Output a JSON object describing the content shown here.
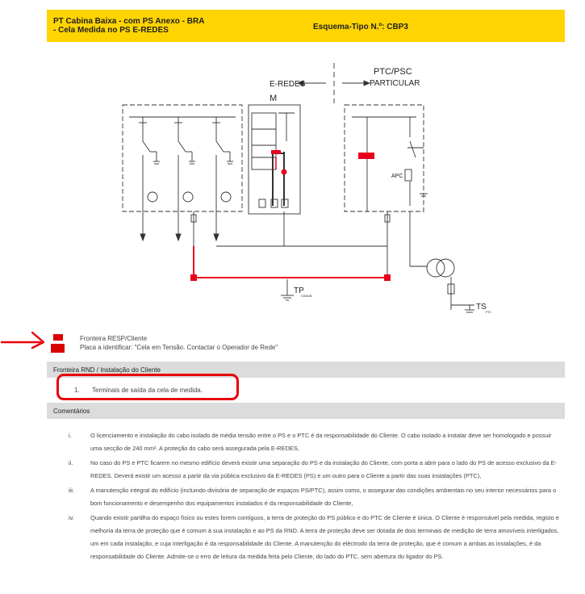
{
  "header": {
    "title_line1": "PT Cabina Baixa - com PS Anexo - BRA",
    "title_line2": "- Cela Medida no PS E-REDES",
    "esquema": "Esquema-Tipo N.º: CBP3"
  },
  "diagram": {
    "label_eredes": "E-REDES",
    "label_ptc": "PTC/PSC",
    "label_particular": "PARTICULAR",
    "label_m": "M",
    "label_apc": "APC",
    "label_tp": "TP",
    "label_tp_sub": "COMUM",
    "label_ts": "TS",
    "label_ts_sub": "PTC",
    "red": "#e8001c"
  },
  "legend": {
    "line1": "Fronteira RESP/Cliente",
    "line2": "Placa a identificar: \"Cela em Tensão. Contactar o Operador de Rede\""
  },
  "section_fronteira": {
    "title": "Fronteira RND / Instalação do Cliente"
  },
  "items": [
    {
      "num": "1.",
      "text": "Terminais de saída da cela de medida."
    }
  ],
  "section_comentarios": {
    "title": "Comentários"
  },
  "comments": [
    {
      "num": "i.",
      "text": "O licenciamento e instalação do cabo isolado de média tensão entre o PS e o PTC é da responsabilidade do Cliente. O cabo isolado a instalar deve ser homologado e possuir uma secção de 240 mm². A proteção do cabo será assegurada pela E-REDES,"
    },
    {
      "num": "ii.",
      "text": "No caso do PS e PTC ficarem no mesmo edifício deverá existir uma separação do PS e da instalação do Cliente, com porta a abrir para o lado do PS de acesso exclusivo da E-REDES. Deverá existir um acesso a partir da via pública exclusivo da E-REDES (PS) e um outro para o Cliente a partir das suas instalações (PTC),"
    },
    {
      "num": "iii.",
      "text": "A manutenção integral do edifício (incluindo divisória de separação de espaços PS/PTC), assim como, o assegurar das condições ambientais no seu interior necessários para o bom funcionamento e desempenho dos equipamentos instalados é da responsabilidade do Cliente,"
    },
    {
      "num": "iv.",
      "text": "Quando existir partilha do espaço físico ou estes forem contíguos, a terra de proteção do PS público e do PTC de Cliente é única. O Cliente é responsável pela medida, registo e melhoria da terra de proteção que é comum à sua instalação e ao PS da RND. A terra de proteção deve ser dotada de dois terminais de medição de terra amovíveis interligados, um em cada instalação, e cuja interligação é da responsabilidade do Cliente. A manutenção do eléctrodo da terra de proteção, que é comum a ambas as instalações, é da responsabilidade do Cliente. Admite-se o erro de leitura da medida feita pelo Cliente, do lado do PTC, sem abertura do ligador do PS."
    }
  ]
}
